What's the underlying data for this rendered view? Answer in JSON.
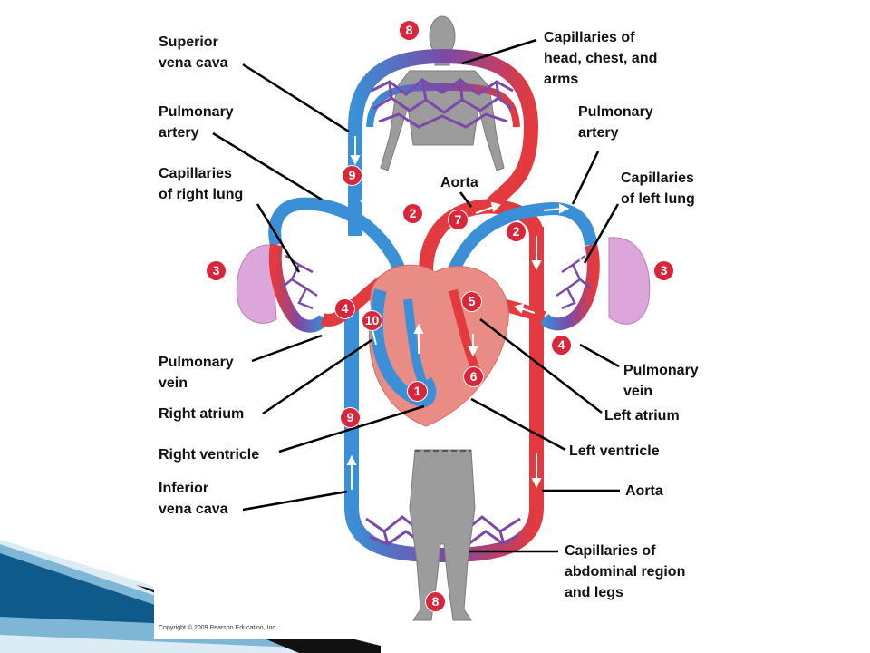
{
  "labels": {
    "superior_vena_cava": "Superior\nvena cava",
    "capillaries_head": "Capillaries of\nhead, chest, and\narms",
    "pulmonary_artery_left_side": "Pulmonary\nartery",
    "pulmonary_artery_right_side": "Pulmonary\nartery",
    "aorta_top": "Aorta",
    "capillaries_right_lung": "Capillaries\nof right lung",
    "capillaries_left_lung": "Capillaries\nof left lung",
    "pulmonary_vein_left_side": "Pulmonary\nvein",
    "pulmonary_vein_right_side": "Pulmonary\nvein",
    "right_atrium": "Right atrium",
    "left_atrium": "Left atrium",
    "right_ventricle": "Right ventricle",
    "left_ventricle": "Left ventricle",
    "inferior_vena_cava": "Inferior\nvena cava",
    "aorta_bottom": "Aorta",
    "capillaries_abdominal": "Capillaries of\nabdominal region\nand legs"
  },
  "step_markers": {
    "head": "8",
    "legs": "8",
    "upper_vena": "9",
    "lower_vena": "9",
    "pulm_artery_left": "2",
    "pulm_artery_right": "2",
    "aorta": "7",
    "right_lung": "3",
    "left_lung": "3",
    "vein_left": "4",
    "vein_right": "4",
    "left_atrium": "5",
    "right_atrium": "10",
    "left_ventricle": "6",
    "right_ventricle": "1"
  },
  "copyright": "Copyright © 2009 Pearson Education, Inc.",
  "colors": {
    "oxygen_poor": "#3a8fd6",
    "oxygen_rich": "#e23a3f",
    "capillary": "#7a4aa8",
    "lung": "#dca6da",
    "heart": "#ea8c86",
    "body": "#9a9a9a",
    "marker": "#d8263a",
    "accent": "#0e5a8a"
  }
}
